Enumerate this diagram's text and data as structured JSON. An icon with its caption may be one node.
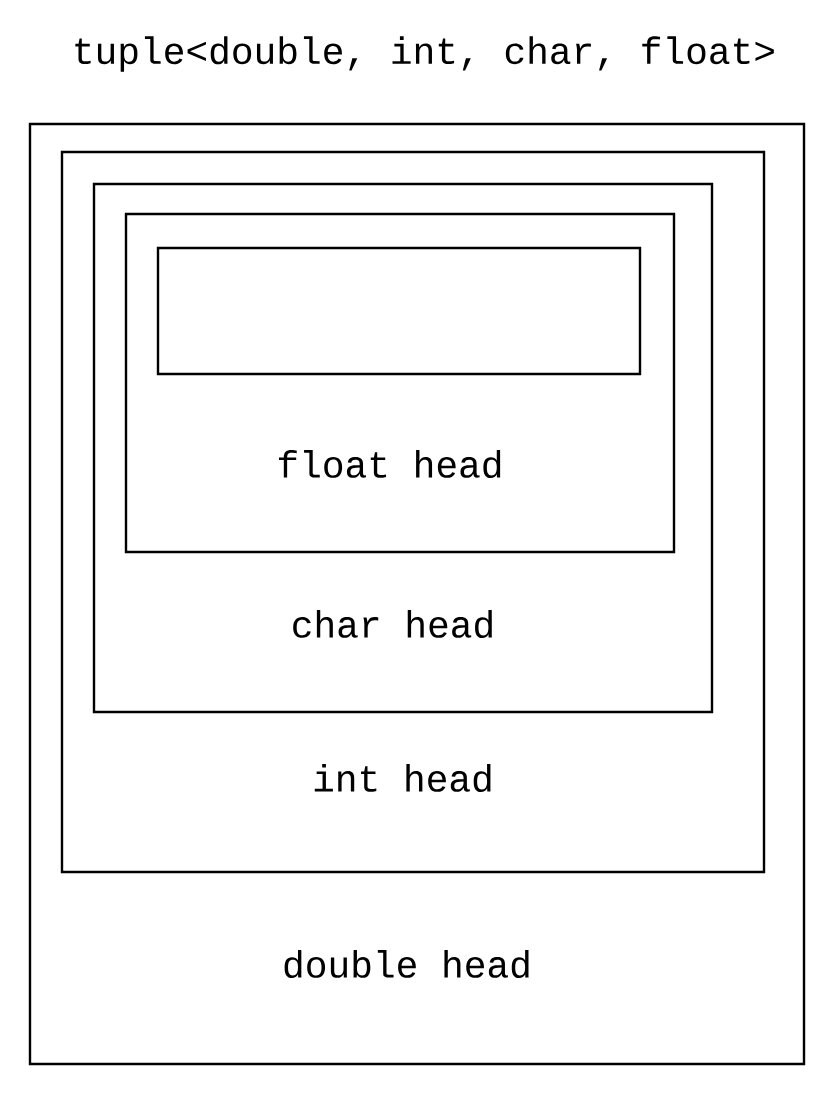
{
  "diagram": {
    "title": "tuple<double, int, char, float>",
    "nodes": [
      {
        "text": [
          "double head"
        ]
      },
      {
        "text": [
          "int head"
        ],
        "in": 0
      },
      {
        "text": [
          "char head"
        ],
        "in": 1
      },
      {
        "text": [
          "float head"
        ],
        "in": 2
      },
      {
        "text": [],
        "shape": "box",
        "in": 3
      }
    ]
  }
}
